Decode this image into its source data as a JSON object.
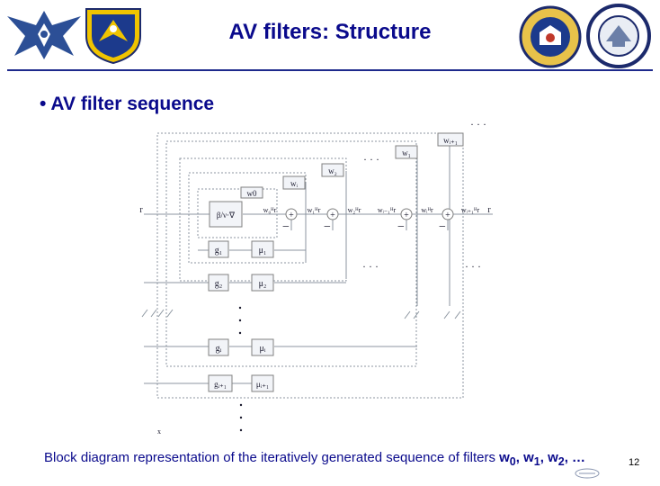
{
  "slide": {
    "title": "AV filters: Structure",
    "bullet": "• AV filter sequence",
    "caption": {
      "text": "Block diagram representation of the iteratively generated sequence of filters",
      "filters": [
        {
          "base": "w",
          "sub": "0",
          "sep": ","
        },
        {
          "base": "w",
          "sub": "1",
          "sep": ","
        },
        {
          "base": "w",
          "sub": "2",
          "sep": ", …"
        }
      ]
    },
    "page_number": "12"
  },
  "diagram": {
    "boxes": {
      "w0": "w0",
      "w1": "w₁",
      "w2": "w₂",
      "wi": "wᵢ",
      "wi1": "wᵢ₊₁",
      "g1": "g₁",
      "g2": "g₂",
      "gi": "gᵢ",
      "gi1": "gᵢ₊₁",
      "mu1": "μ₁",
      "mu2": "μ₂",
      "mui": "μᵢ",
      "mui1": "μᵢ₊₁",
      "grad": "β/ν·∇"
    },
    "labels": {
      "r_in": "r",
      "x_in": "x",
      "out0": "w₀ᴴr",
      "out1": "w₁ᴴr",
      "out2": "w₂ᴴr",
      "outim1": "wᵢ₋₁ᴴr",
      "outi": "wᵢᴴr",
      "outi1": "wᵢ₊₁ᴴr",
      "r_out": "r",
      "plus": "+",
      "minus": "−",
      "ellipsis": "· · ·"
    }
  },
  "colors": {
    "title": "#0a0a8c",
    "rule": "#1e2a8c",
    "diagram_line": "#8c96a0",
    "box_border": "#808080",
    "box_fill": "#f2f4f8"
  }
}
